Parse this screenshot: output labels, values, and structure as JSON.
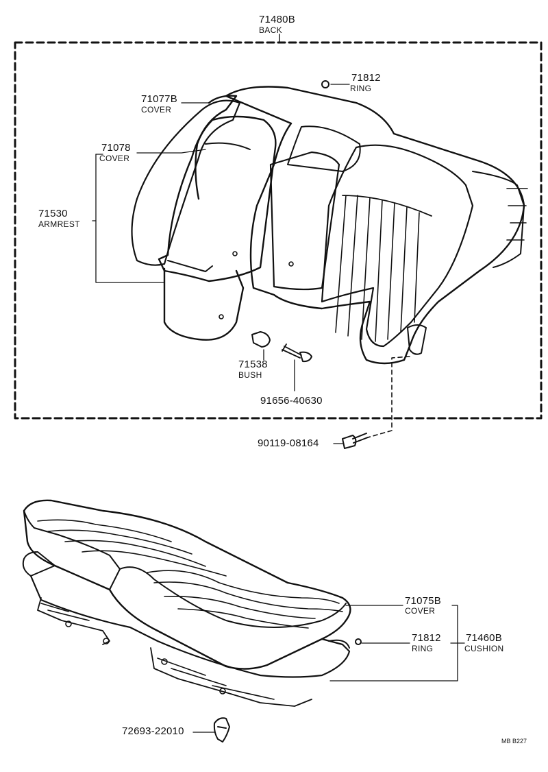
{
  "parts": {
    "back": {
      "number": "71480B",
      "name": "BACK"
    },
    "ring_top": {
      "number": "71812",
      "name": "RING"
    },
    "cover_71077b": {
      "number": "71077B",
      "name": "COVER"
    },
    "cover_71078": {
      "number": "71078",
      "name": "COVER"
    },
    "armrest": {
      "number": "71530",
      "name": "ARMREST"
    },
    "bush": {
      "number": "71538",
      "name": "BUSH"
    },
    "bolt_91656": {
      "number": "91656-40630"
    },
    "bolt_90119": {
      "number": "90119-08164"
    },
    "cover_71075b": {
      "number": "71075B",
      "name": "COVER"
    },
    "ring_bottom": {
      "number": "71812",
      "name": "RING"
    },
    "cushion": {
      "number": "71460B",
      "name": "CUSHION"
    },
    "clip": {
      "number": "72693-22010"
    }
  },
  "drawing_code": "MB B227"
}
